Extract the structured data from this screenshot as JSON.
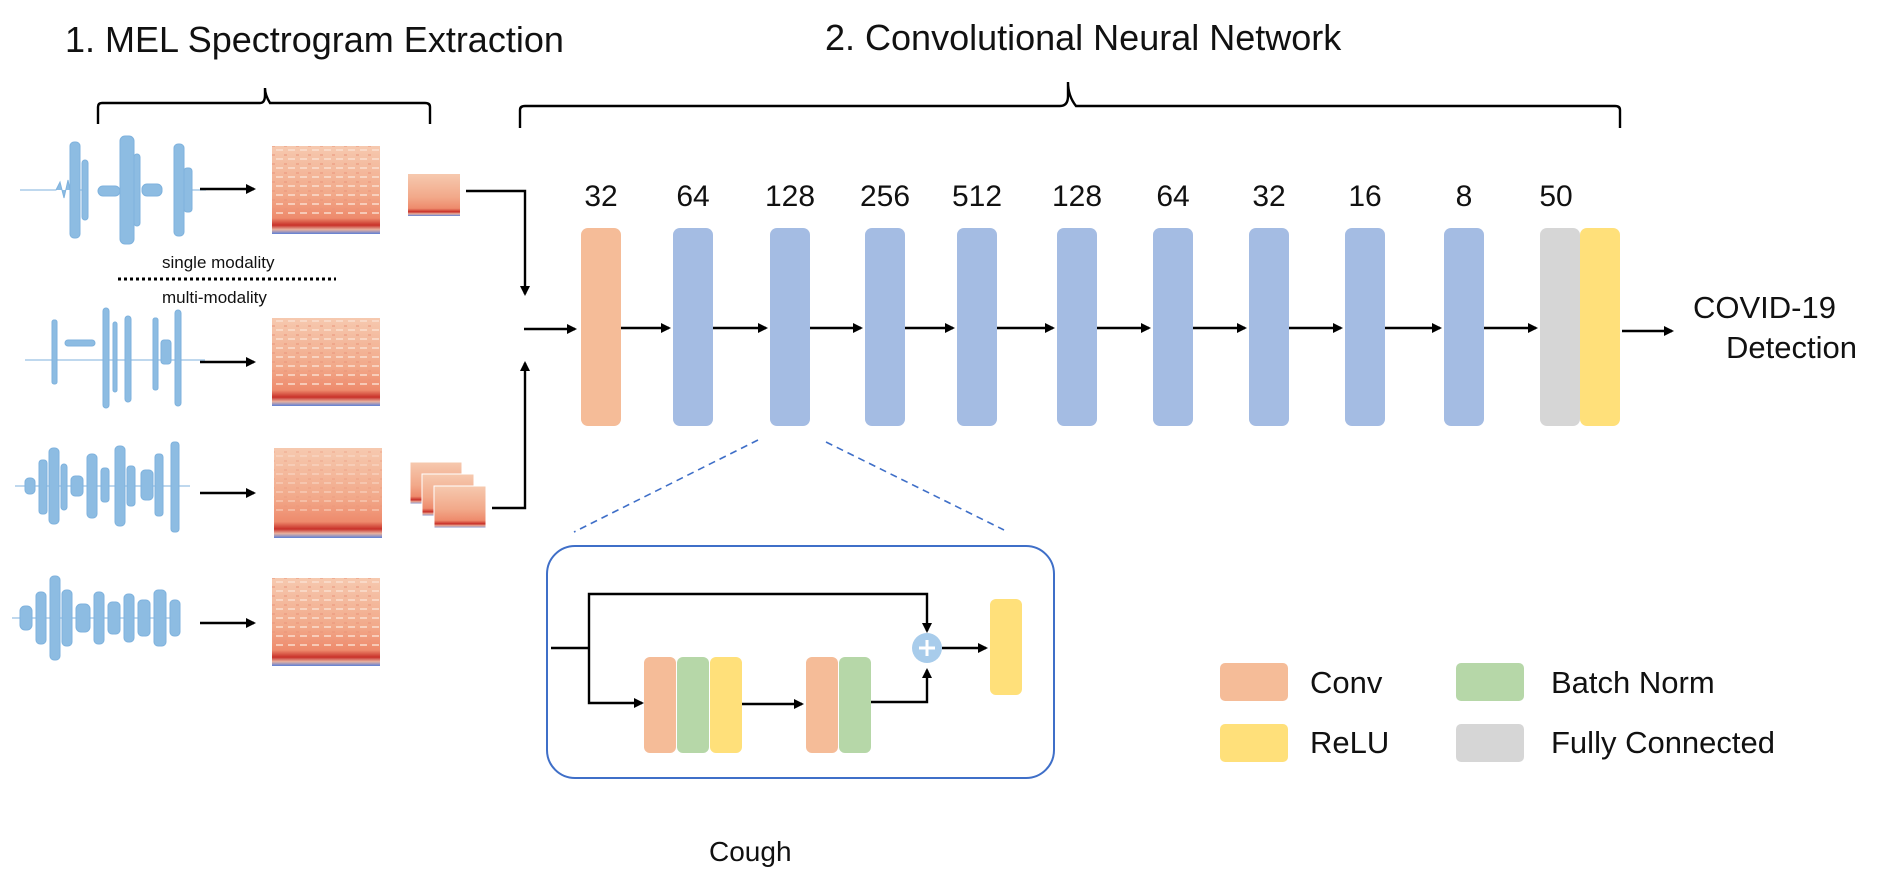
{
  "titles": {
    "section1": "1. MEL Spectrogram Extraction",
    "section2": "2. Convolutional Neural Network"
  },
  "modality": {
    "single": "single modality",
    "multi": "multi-modality"
  },
  "layers": [
    {
      "label": "32",
      "kind": "conv"
    },
    {
      "label": "64",
      "kind": "block"
    },
    {
      "label": "128",
      "kind": "block"
    },
    {
      "label": "256",
      "kind": "block"
    },
    {
      "label": "512",
      "kind": "block"
    },
    {
      "label": "128",
      "kind": "block"
    },
    {
      "label": "64",
      "kind": "block"
    },
    {
      "label": "32",
      "kind": "block"
    },
    {
      "label": "16",
      "kind": "block"
    },
    {
      "label": "8",
      "kind": "block"
    },
    {
      "label": "50",
      "kind": "fc_relu"
    }
  ],
  "output": {
    "line1": "COVID-19",
    "line2": "Detection"
  },
  "detail_caption": "Cough",
  "legend": [
    {
      "label": "Conv",
      "color": "#F5BC98"
    },
    {
      "label": "Batch Norm",
      "color": "#B6D7A8"
    },
    {
      "label": "ReLU",
      "color": "#FFE07A"
    },
    {
      "label": "Fully Connected",
      "color": "#D6D6D6"
    }
  ],
  "colors": {
    "conv": "#F5BC98",
    "block": "#A4BCE3",
    "relu": "#FFE07A",
    "batchnorm": "#B6D7A8",
    "fc": "#D6D6D6",
    "waveform": "#7FB2DD",
    "residual_border": "#3F6FC8",
    "plus": "#A8CCEB"
  },
  "icons": {
    "waveform": "waveform-icon",
    "spectrogram": "spectrogram-icon",
    "arrow": "arrow-icon",
    "plus": "plus-icon"
  }
}
